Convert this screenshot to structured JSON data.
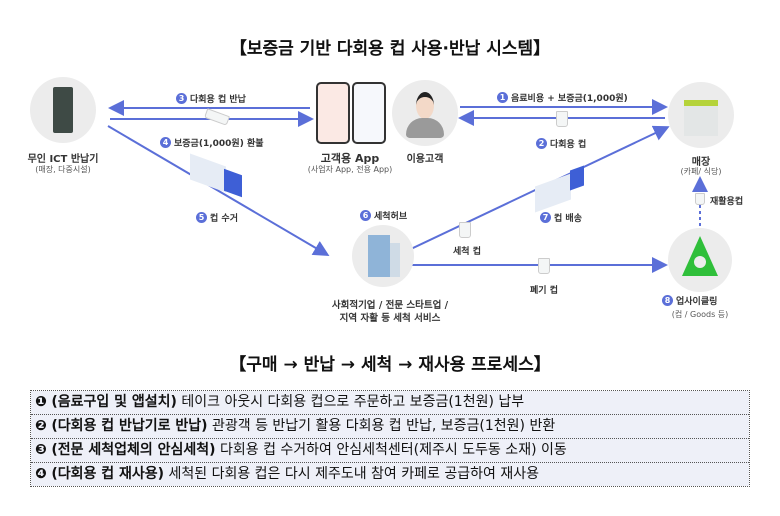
{
  "title": "【보증금 기반 다회용 컵 사용·반납 시스템】",
  "nodes": {
    "kiosk": {
      "label": "무인 ICT 반납기",
      "sub": "(매장, 다중시설)"
    },
    "app": {
      "label": "고객용 App",
      "sub": "(사업자 App, 전용 App)"
    },
    "customer": {
      "label": "이용고객"
    },
    "store": {
      "label": "매장",
      "sub": "(카페/ 식당)"
    },
    "hub": {
      "label": "세척허브",
      "desc1": "사회적기업 / 전문 스타트업 /",
      "desc2": "지역 자활 등 세척 서비스"
    },
    "upcycling": {
      "label": "업사이클링",
      "sub": "(컵 / Goods 등)"
    }
  },
  "steps": [
    {
      "num": "1",
      "text": "음료비용 + 보증금(1,000원)"
    },
    {
      "num": "2",
      "text": "다회용 컵"
    },
    {
      "num": "3",
      "text": "다회용 컵 반납"
    },
    {
      "num": "4",
      "text": "보증금(1,000원) 환불"
    },
    {
      "num": "5",
      "text": "컵 수거"
    },
    {
      "num": "6",
      "text": "세척허브"
    },
    {
      "num": "7",
      "text": "컵 배송"
    },
    {
      "num": "8",
      "text": "업사이클링"
    }
  ],
  "edge_labels": {
    "washed_cup": "세척 컵",
    "waste_cup": "폐기 컵",
    "recycled_cup": "재활용컵"
  },
  "process_title": "【구매 → 반납 → 세척 → 재사용 프로세스】",
  "process_rows": [
    {
      "bullet": "❶",
      "head": "(음료구입 및 앱설치)",
      "text": " 테이크 아웃시 다회용 컵으로 주문하고 보증금(1천원) 납부"
    },
    {
      "bullet": "❷",
      "head": "(다회용 컵 반납기로 반납)",
      "text": " 관광객 등 반납기 활용 다회용 컵 반납, 보증금(1천원) 반환"
    },
    {
      "bullet": "❸",
      "head": "(전문 세척업체의 안심세척)",
      "text": " 다회용 컵 수거하여 안심세척센터(제주시 도두동 소재) 이동"
    },
    {
      "bullet": "❹",
      "head": "(다회용 컵 재사용)",
      "text": " 세척된 다회용 컵은 다시 제주도내 참여 카페로 공급하여 재사용"
    }
  ],
  "colors": {
    "accent": "#5b6fd8",
    "circle": "#ececec",
    "row_bg": "#eef0f8"
  }
}
